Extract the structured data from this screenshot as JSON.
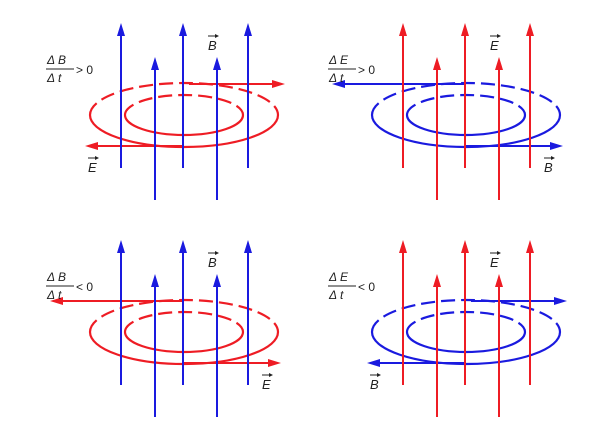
{
  "colors": {
    "red": "#ee1c24",
    "blue": "#1a1adf"
  },
  "panels": [
    {
      "name": "panel-db-dt-positive",
      "numerator": "Δ B",
      "denominator": "Δ t",
      "relation": "> 0",
      "vertical_field": "B",
      "loop_field": "E",
      "vertical_color": "blue",
      "loop_color": "red",
      "top_arrow": "right",
      "bottom_arrow": "left",
      "loop_label_pos": "bottom-left"
    },
    {
      "name": "panel-de-dt-positive",
      "numerator": "Δ E",
      "denominator": "Δ t",
      "relation": "> 0",
      "vertical_field": "E",
      "loop_field": "B",
      "vertical_color": "red",
      "loop_color": "blue",
      "top_arrow": "left",
      "bottom_arrow": "right",
      "loop_label_pos": "bottom-right"
    },
    {
      "name": "panel-db-dt-negative",
      "numerator": "Δ B",
      "denominator": "Δ t",
      "relation": "< 0",
      "vertical_field": "B",
      "loop_field": "E",
      "vertical_color": "blue",
      "loop_color": "red",
      "top_arrow": "left",
      "bottom_arrow": "right",
      "loop_label_pos": "bottom-right"
    },
    {
      "name": "panel-de-dt-negative",
      "numerator": "Δ E",
      "denominator": "Δ t",
      "relation": "< 0",
      "vertical_field": "E",
      "loop_field": "B",
      "vertical_color": "red",
      "loop_color": "blue",
      "top_arrow": "right",
      "bottom_arrow": "left",
      "loop_label_pos": "bottom-left"
    }
  ]
}
